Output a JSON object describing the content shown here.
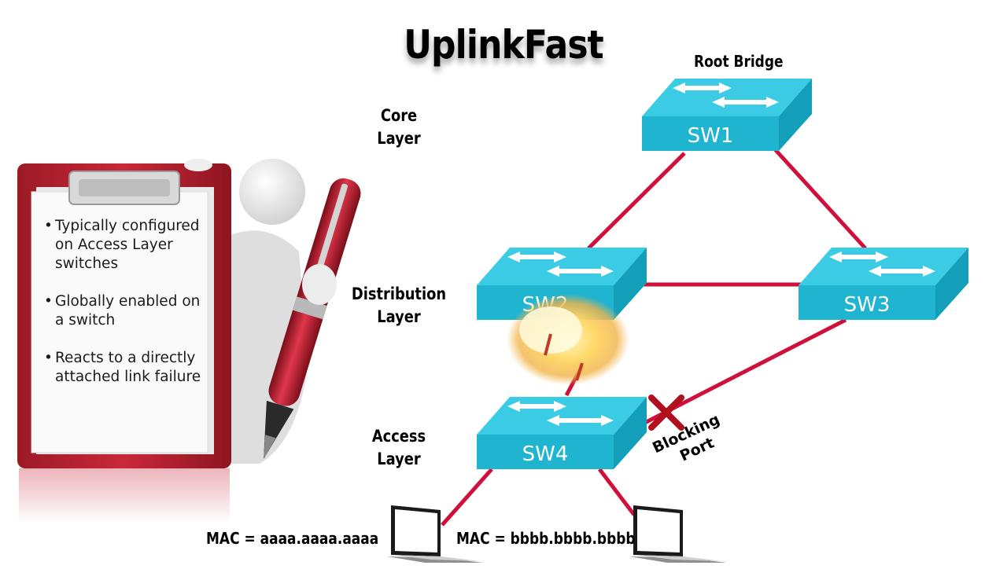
{
  "title": "UplinkFast",
  "layers": {
    "core": [
      "Core",
      "Layer"
    ],
    "distribution": [
      "Distribution",
      "Layer"
    ],
    "access": [
      "Access",
      "Layer"
    ]
  },
  "clipboard": {
    "bullets": [
      "Typically configured on Access Layer switches",
      "Globally enabled on a switch",
      "Reacts to a directly attached link failure"
    ]
  },
  "diagram": {
    "root_bridge_label": "Root Bridge",
    "switches": {
      "sw1": "SW1",
      "sw2": "SW2",
      "sw3": "SW3",
      "sw4": "SW4"
    },
    "blocking_port_label": [
      "Blocking",
      "Port"
    ],
    "hosts": {
      "host_a_mac": "MAC = aaaa.aaaa.aaaa",
      "host_b_mac": "MAC = bbbb.bbbb.bbbb"
    }
  },
  "colors": {
    "switch_front": "#1fb4d0",
    "switch_top": "#3ccbe4",
    "link": "#d0103a",
    "clipboard": "#b8202f"
  }
}
